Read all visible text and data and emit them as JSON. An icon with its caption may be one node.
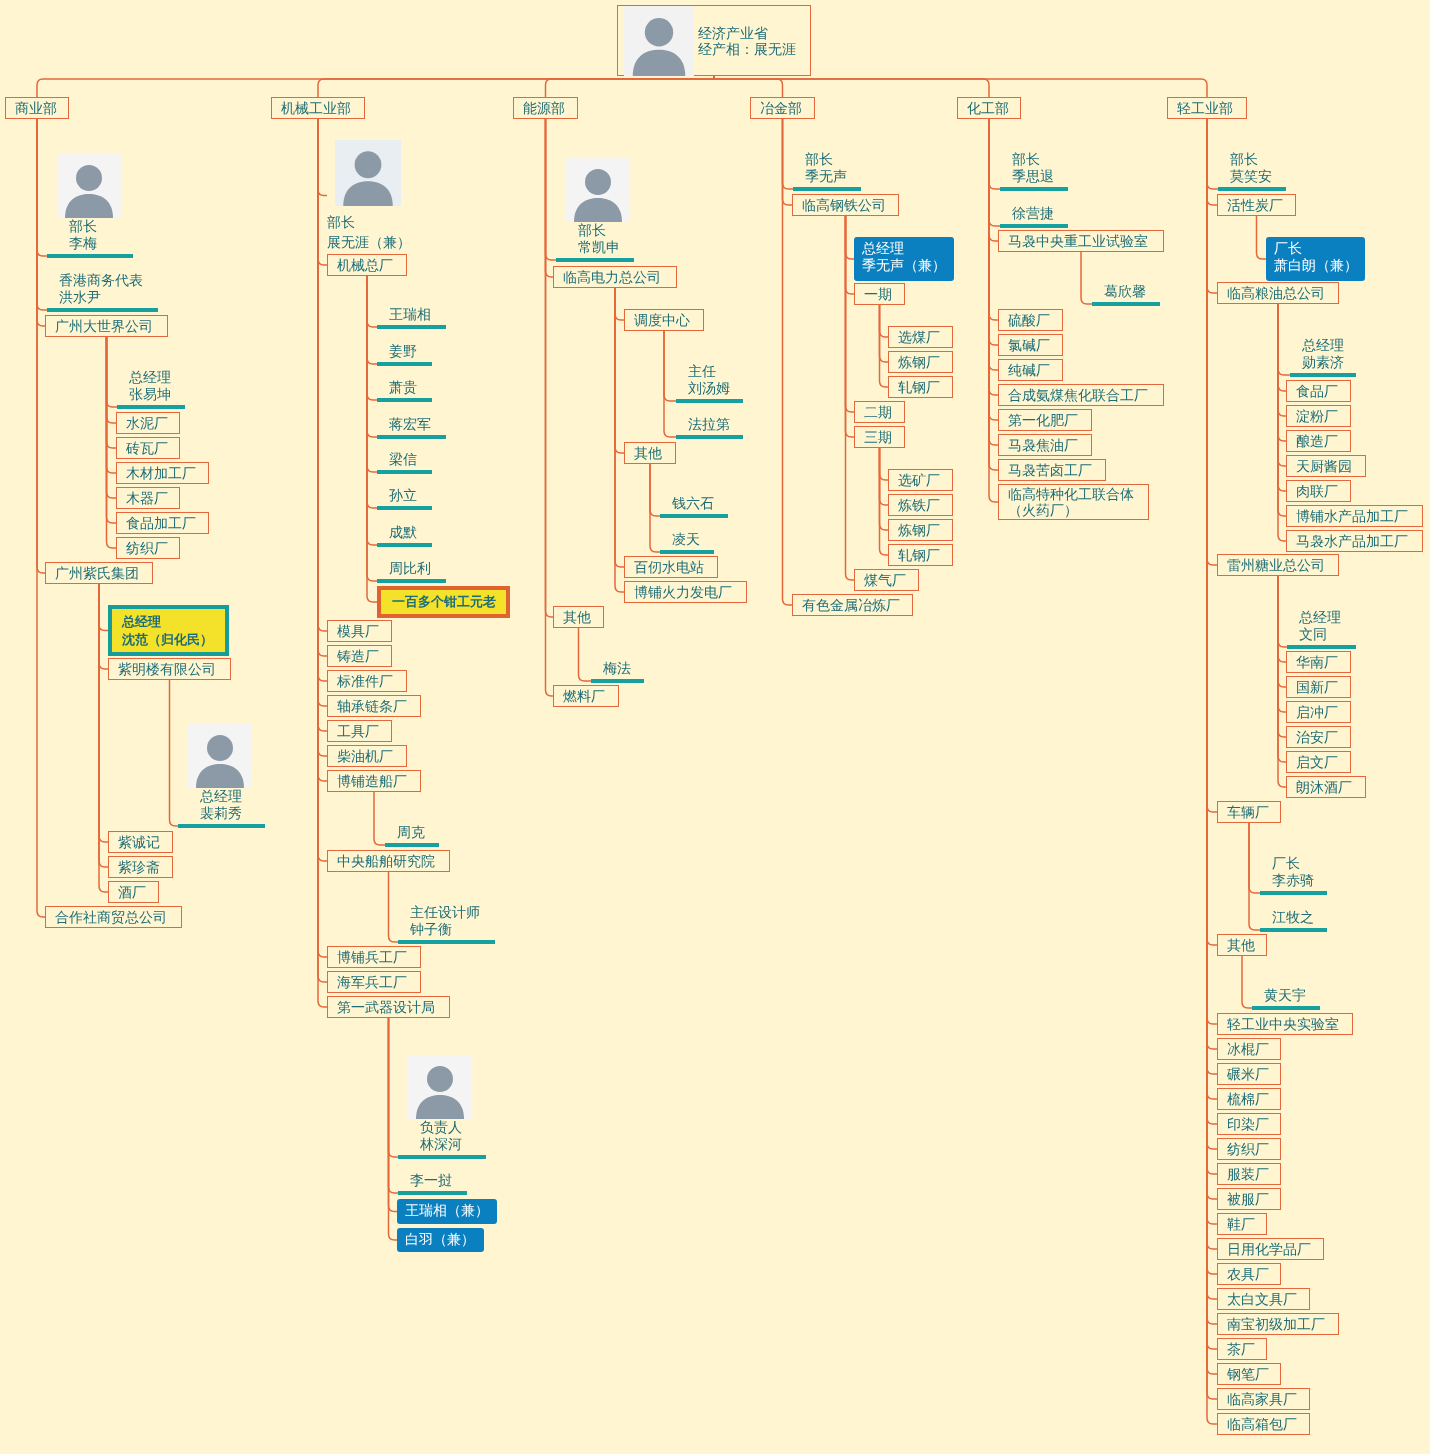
{
  "diagram": {
    "nodes": [
      {
        "text": [
          "经济产业省",
          "经产相：展无涯"
        ]
      },
      {
        "text": [
          "商业部"
        ]
      },
      {
        "text": [
          "机械工业部"
        ]
      },
      {
        "text": [
          "能源部"
        ]
      },
      {
        "text": [
          "冶金部"
        ]
      },
      {
        "text": [
          "化工部"
        ]
      },
      {
        "text": [
          "轻工业部"
        ]
      },
      {
        "text": [
          "部长",
          "李梅"
        ]
      },
      {
        "text": [
          "香港商务代表",
          "洪水尹"
        ]
      },
      {
        "text": [
          "广州大世界公司"
        ]
      },
      {
        "text": [
          "总经理",
          "张易坤"
        ]
      },
      {
        "text": [
          "水泥厂"
        ]
      },
      {
        "text": [
          "砖瓦厂"
        ]
      },
      {
        "text": [
          "木材加工厂"
        ]
      },
      {
        "text": [
          "木器厂"
        ]
      },
      {
        "text": [
          "食品加工厂"
        ]
      },
      {
        "text": [
          "纺织厂"
        ]
      },
      {
        "text": [
          "广州紫氏集团"
        ]
      },
      {
        "text": [
          "总经理",
          "沈范（归化民）"
        ]
      },
      {
        "text": [
          "紫明楼有限公司"
        ]
      },
      {
        "text": [
          "总经理",
          "裴莉秀"
        ]
      },
      {
        "text": [
          "紫诚记"
        ]
      },
      {
        "text": [
          "紫珍斋"
        ]
      },
      {
        "text": [
          "酒厂"
        ]
      },
      {
        "text": [
          "合作社商贸总公司"
        ]
      },
      {
        "text": [
          "部长",
          "展无涯（兼）"
        ]
      },
      {
        "text": [
          "机械总厂"
        ]
      },
      {
        "text": [
          "王瑞相"
        ]
      },
      {
        "text": [
          "姜野"
        ]
      },
      {
        "text": [
          "萧贵"
        ]
      },
      {
        "text": [
          "蒋宏军"
        ]
      },
      {
        "text": [
          "梁信"
        ]
      },
      {
        "text": [
          "孙立"
        ]
      },
      {
        "text": [
          "成默"
        ]
      },
      {
        "text": [
          "周比利"
        ]
      },
      {
        "text": [
          "一百多个钳工元老"
        ]
      },
      {
        "text": [
          "模具厂"
        ]
      },
      {
        "text": [
          "铸造厂"
        ]
      },
      {
        "text": [
          "标准件厂"
        ]
      },
      {
        "text": [
          "轴承链条厂"
        ]
      },
      {
        "text": [
          "工具厂"
        ]
      },
      {
        "text": [
          "柴油机厂"
        ]
      },
      {
        "text": [
          "博铺造船厂"
        ]
      },
      {
        "text": [
          "周克"
        ]
      },
      {
        "text": [
          "中央船舶研究院"
        ]
      },
      {
        "text": [
          "主任设计师",
          "钟子衡"
        ]
      },
      {
        "text": [
          "博铺兵工厂"
        ]
      },
      {
        "text": [
          "海军兵工厂"
        ]
      },
      {
        "text": [
          "第一武器设计局"
        ]
      },
      {
        "text": [
          "负责人",
          "林深河"
        ]
      },
      {
        "text": [
          "李一挝"
        ]
      },
      {
        "text": [
          "王瑞相（兼）"
        ]
      },
      {
        "text": [
          "白羽（兼）"
        ]
      },
      {
        "text": [
          "部长",
          "常凯申"
        ]
      },
      {
        "text": [
          "临高电力总公司"
        ]
      },
      {
        "text": [
          "调度中心"
        ]
      },
      {
        "text": [
          "主任",
          "刘汤姆"
        ]
      },
      {
        "text": [
          "法拉第"
        ]
      },
      {
        "text": [
          "其他"
        ]
      },
      {
        "text": [
          "钱六石"
        ]
      },
      {
        "text": [
          "凌天"
        ]
      },
      {
        "text": [
          "百仞水电站"
        ]
      },
      {
        "text": [
          "博铺火力发电厂"
        ]
      },
      {
        "text": [
          "其他"
        ]
      },
      {
        "text": [
          "梅法"
        ]
      },
      {
        "text": [
          "燃料厂"
        ]
      },
      {
        "text": [
          "部长",
          "季无声"
        ]
      },
      {
        "text": [
          "临高钢铁公司"
        ]
      },
      {
        "text": [
          "总经理",
          "季无声（兼）"
        ]
      },
      {
        "text": [
          "一期"
        ]
      },
      {
        "text": [
          "选煤厂"
        ]
      },
      {
        "text": [
          "炼钢厂"
        ]
      },
      {
        "text": [
          "轧钢厂"
        ]
      },
      {
        "text": [
          "二期"
        ]
      },
      {
        "text": [
          "三期"
        ]
      },
      {
        "text": [
          "选矿厂"
        ]
      },
      {
        "text": [
          "炼铁厂"
        ]
      },
      {
        "text": [
          "炼钢厂"
        ]
      },
      {
        "text": [
          "轧钢厂"
        ]
      },
      {
        "text": [
          "煤气厂"
        ]
      },
      {
        "text": [
          "有色金属冶炼厂"
        ]
      },
      {
        "text": [
          "部长",
          "季思退"
        ]
      },
      {
        "text": [
          "徐营捷"
        ]
      },
      {
        "text": [
          "马袅中央重工业试验室"
        ]
      },
      {
        "text": [
          "葛欣馨"
        ]
      },
      {
        "text": [
          "硫酸厂"
        ]
      },
      {
        "text": [
          "氯碱厂"
        ]
      },
      {
        "text": [
          "纯碱厂"
        ]
      },
      {
        "text": [
          "合成氨煤焦化联合工厂"
        ]
      },
      {
        "text": [
          "第一化肥厂"
        ]
      },
      {
        "text": [
          "马袅焦油厂"
        ]
      },
      {
        "text": [
          "马袅苦卤工厂"
        ]
      },
      {
        "text": [
          "临高特种化工联合体（火药厂）"
        ]
      },
      {
        "text": [
          "部长",
          "莫笑安"
        ]
      },
      {
        "text": [
          "活性炭厂"
        ]
      },
      {
        "text": [
          "厂长",
          "萧白朗（兼）"
        ]
      },
      {
        "text": [
          "临高粮油总公司"
        ]
      },
      {
        "text": [
          "总经理",
          "勋素济"
        ]
      },
      {
        "text": [
          "食品厂"
        ]
      },
      {
        "text": [
          "淀粉厂"
        ]
      },
      {
        "text": [
          "酿造厂"
        ]
      },
      {
        "text": [
          "天厨酱园"
        ]
      },
      {
        "text": [
          "肉联厂"
        ]
      },
      {
        "text": [
          "博铺水产品加工厂"
        ]
      },
      {
        "text": [
          "马袅水产品加工厂"
        ]
      },
      {
        "text": [
          "雷州糖业总公司"
        ]
      },
      {
        "text": [
          "总经理",
          "文同"
        ]
      },
      {
        "text": [
          "华南厂"
        ]
      },
      {
        "text": [
          "国新厂"
        ]
      },
      {
        "text": [
          "启冲厂"
        ]
      },
      {
        "text": [
          "治安厂"
        ]
      },
      {
        "text": [
          "启文厂"
        ]
      },
      {
        "text": [
          "朗沐酒厂"
        ]
      },
      {
        "text": [
          "车辆厂"
        ]
      },
      {
        "text": [
          "厂长",
          "李赤骑"
        ]
      },
      {
        "text": [
          "江牧之"
        ]
      },
      {
        "text": [
          "其他"
        ]
      },
      {
        "text": [
          "黄天宇"
        ]
      },
      {
        "text": [
          "轻工业中央实验室"
        ]
      },
      {
        "text": [
          "冰棍厂"
        ]
      },
      {
        "text": [
          "碾米厂"
        ]
      },
      {
        "text": [
          "梳棉厂"
        ]
      },
      {
        "text": [
          "印染厂"
        ]
      },
      {
        "text": [
          "纺织厂"
        ]
      },
      {
        "text": [
          "服装厂"
        ]
      },
      {
        "text": [
          "被服厂"
        ]
      },
      {
        "text": [
          "鞋厂"
        ]
      },
      {
        "text": [
          "日用化学品厂"
        ]
      },
      {
        "text": [
          "农具厂"
        ]
      },
      {
        "text": [
          "太白文具厂"
        ]
      },
      {
        "text": [
          "南宝初级加工厂"
        ]
      },
      {
        "text": [
          "茶厂"
        ]
      },
      {
        "text": [
          "钢笔厂"
        ]
      },
      {
        "text": [
          "临高家具厂"
        ]
      },
      {
        "text": [
          "临高箱包厂"
        ]
      }
    ],
    "edges": [
      {
        "from": 0,
        "to": 1,
        "arrow": "none"
      },
      {
        "from": 0,
        "to": 2,
        "arrow": "none"
      },
      {
        "from": 0,
        "to": 3,
        "arrow": "none"
      },
      {
        "from": 0,
        "to": 4,
        "arrow": "none"
      },
      {
        "from": 0,
        "to": 5,
        "arrow": "none"
      },
      {
        "from": 0,
        "to": 6,
        "arrow": "none"
      },
      {
        "from": 1,
        "to": 7,
        "arrow": "none"
      },
      {
        "from": 1,
        "to": 8,
        "arrow": "none"
      },
      {
        "from": 1,
        "to": 9,
        "arrow": "none"
      },
      {
        "from": 9,
        "to": 10,
        "arrow": "none"
      },
      {
        "from": 9,
        "to": 11,
        "arrow": "none"
      },
      {
        "from": 9,
        "to": 12,
        "arrow": "none"
      },
      {
        "from": 9,
        "to": 13,
        "arrow": "none"
      },
      {
        "from": 9,
        "to": 14,
        "arrow": "none"
      },
      {
        "from": 9,
        "to": 15,
        "arrow": "none"
      },
      {
        "from": 9,
        "to": 16,
        "arrow": "none"
      },
      {
        "from": 1,
        "to": 17,
        "arrow": "none"
      },
      {
        "from": 17,
        "to": 18,
        "arrow": "none"
      },
      {
        "from": 17,
        "to": 19,
        "arrow": "none"
      },
      {
        "from": 19,
        "to": 20,
        "arrow": "none"
      },
      {
        "from": 17,
        "to": 21,
        "arrow": "none"
      },
      {
        "from": 17,
        "to": 22,
        "arrow": "none"
      },
      {
        "from": 17,
        "to": 23,
        "arrow": "none"
      },
      {
        "from": 1,
        "to": 24,
        "arrow": "none"
      },
      {
        "from": 2,
        "to": 25,
        "arrow": "none"
      },
      {
        "from": 2,
        "to": 26,
        "arrow": "none"
      },
      {
        "from": 26,
        "to": 27,
        "arrow": "none"
      },
      {
        "from": 26,
        "to": 28,
        "arrow": "none"
      },
      {
        "from": 26,
        "to": 29,
        "arrow": "none"
      },
      {
        "from": 26,
        "to": 30,
        "arrow": "none"
      },
      {
        "from": 26,
        "to": 31,
        "arrow": "none"
      },
      {
        "from": 26,
        "to": 32,
        "arrow": "none"
      },
      {
        "from": 26,
        "to": 33,
        "arrow": "none"
      },
      {
        "from": 26,
        "to": 34,
        "arrow": "none"
      },
      {
        "from": 26,
        "to": 35,
        "arrow": "none"
      },
      {
        "from": 2,
        "to": 36,
        "arrow": "none"
      },
      {
        "from": 2,
        "to": 37,
        "arrow": "none"
      },
      {
        "from": 2,
        "to": 38,
        "arrow": "none"
      },
      {
        "from": 2,
        "to": 39,
        "arrow": "none"
      },
      {
        "from": 2,
        "to": 40,
        "arrow": "none"
      },
      {
        "from": 2,
        "to": 41,
        "arrow": "none"
      },
      {
        "from": 2,
        "to": 42,
        "arrow": "none"
      },
      {
        "from": 42,
        "to": 43,
        "arrow": "none"
      },
      {
        "from": 2,
        "to": 44,
        "arrow": "none"
      },
      {
        "from": 44,
        "to": 45,
        "arrow": "none"
      },
      {
        "from": 2,
        "to": 46,
        "arrow": "none"
      },
      {
        "from": 2,
        "to": 47,
        "arrow": "none"
      },
      {
        "from": 2,
        "to": 48,
        "arrow": "none"
      },
      {
        "from": 48,
        "to": 49,
        "arrow": "none"
      },
      {
        "from": 48,
        "to": 50,
        "arrow": "none"
      },
      {
        "from": 48,
        "to": 51,
        "arrow": "none"
      },
      {
        "from": 48,
        "to": 52,
        "arrow": "none"
      },
      {
        "from": 3,
        "to": 53,
        "arrow": "none"
      },
      {
        "from": 3,
        "to": 54,
        "arrow": "none"
      },
      {
        "from": 54,
        "to": 55,
        "arrow": "none"
      },
      {
        "from": 55,
        "to": 56,
        "arrow": "none"
      },
      {
        "from": 55,
        "to": 57,
        "arrow": "none"
      },
      {
        "from": 54,
        "to": 58,
        "arrow": "none"
      },
      {
        "from": 58,
        "to": 59,
        "arrow": "none"
      },
      {
        "from": 58,
        "to": 60,
        "arrow": "none"
      },
      {
        "from": 54,
        "to": 61,
        "arrow": "none"
      },
      {
        "from": 54,
        "to": 62,
        "arrow": "none"
      },
      {
        "from": 3,
        "to": 63,
        "arrow": "none"
      },
      {
        "from": 63,
        "to": 64,
        "arrow": "none"
      },
      {
        "from": 3,
        "to": 65,
        "arrow": "none"
      },
      {
        "from": 4,
        "to": 66,
        "arrow": "none"
      },
      {
        "from": 4,
        "to": 67,
        "arrow": "none"
      },
      {
        "from": 67,
        "to": 68,
        "arrow": "none"
      },
      {
        "from": 67,
        "to": 69,
        "arrow": "none"
      },
      {
        "from": 69,
        "to": 70,
        "arrow": "none"
      },
      {
        "from": 69,
        "to": 71,
        "arrow": "none"
      },
      {
        "from": 69,
        "to": 72,
        "arrow": "none"
      },
      {
        "from": 67,
        "to": 73,
        "arrow": "none"
      },
      {
        "from": 67,
        "to": 74,
        "arrow": "none"
      },
      {
        "from": 74,
        "to": 75,
        "arrow": "none"
      },
      {
        "from": 74,
        "to": 76,
        "arrow": "none"
      },
      {
        "from": 74,
        "to": 77,
        "arrow": "none"
      },
      {
        "from": 74,
        "to": 78,
        "arrow": "none"
      },
      {
        "from": 67,
        "to": 79,
        "arrow": "none"
      },
      {
        "from": 4,
        "to": 80,
        "arrow": "none"
      },
      {
        "from": 5,
        "to": 81,
        "arrow": "none"
      },
      {
        "from": 5,
        "to": 82,
        "arrow": "none"
      },
      {
        "from": 5,
        "to": 83,
        "arrow": "none"
      },
      {
        "from": 83,
        "to": 84,
        "arrow": "none"
      },
      {
        "from": 5,
        "to": 85,
        "arrow": "none"
      },
      {
        "from": 5,
        "to": 86,
        "arrow": "none"
      },
      {
        "from": 5,
        "to": 87,
        "arrow": "none"
      },
      {
        "from": 5,
        "to": 88,
        "arrow": "none"
      },
      {
        "from": 5,
        "to": 89,
        "arrow": "none"
      },
      {
        "from": 5,
        "to": 90,
        "arrow": "none"
      },
      {
        "from": 5,
        "to": 91,
        "arrow": "none"
      },
      {
        "from": 5,
        "to": 92,
        "arrow": "none"
      },
      {
        "from": 6,
        "to": 93,
        "arrow": "none"
      },
      {
        "from": 6,
        "to": 94,
        "arrow": "none"
      },
      {
        "from": 94,
        "to": 95,
        "arrow": "none"
      },
      {
        "from": 6,
        "to": 96,
        "arrow": "none"
      },
      {
        "from": 96,
        "to": 97,
        "arrow": "none"
      },
      {
        "from": 96,
        "to": 98,
        "arrow": "none"
      },
      {
        "from": 96,
        "to": 99,
        "arrow": "none"
      },
      {
        "from": 96,
        "to": 100,
        "arrow": "none"
      },
      {
        "from": 96,
        "to": 101,
        "arrow": "none"
      },
      {
        "from": 96,
        "to": 102,
        "arrow": "none"
      },
      {
        "from": 96,
        "to": 103,
        "arrow": "none"
      },
      {
        "from": 96,
        "to": 104,
        "arrow": "none"
      },
      {
        "from": 6,
        "to": 105,
        "arrow": "none"
      },
      {
        "from": 105,
        "to": 106,
        "arrow": "none"
      },
      {
        "from": 105,
        "to": 107,
        "arrow": "none"
      },
      {
        "from": 105,
        "to": 108,
        "arrow": "none"
      },
      {
        "from": 105,
        "to": 109,
        "arrow": "none"
      },
      {
        "from": 105,
        "to": 110,
        "arrow": "none"
      },
      {
        "from": 105,
        "to": 111,
        "arrow": "none"
      },
      {
        "from": 105,
        "to": 112,
        "arrow": "none"
      },
      {
        "from": 6,
        "to": 113,
        "arrow": "none"
      },
      {
        "from": 113,
        "to": 114,
        "arrow": "none"
      },
      {
        "from": 113,
        "to": 115,
        "arrow": "none"
      },
      {
        "from": 6,
        "to": 116,
        "arrow": "none"
      },
      {
        "from": 116,
        "to": 117,
        "arrow": "none"
      },
      {
        "from": 6,
        "to": 118,
        "arrow": "none"
      },
      {
        "from": 6,
        "to": 119,
        "arrow": "none"
      },
      {
        "from": 6,
        "to": 120,
        "arrow": "none"
      },
      {
        "from": 6,
        "to": 121,
        "arrow": "none"
      },
      {
        "from": 6,
        "to": 122,
        "arrow": "none"
      },
      {
        "from": 6,
        "to": 123,
        "arrow": "none"
      },
      {
        "from": 6,
        "to": 124,
        "arrow": "none"
      },
      {
        "from": 6,
        "to": 125,
        "arrow": "none"
      },
      {
        "from": 6,
        "to": 126,
        "arrow": "none"
      },
      {
        "from": 6,
        "to": 127,
        "arrow": "none"
      },
      {
        "from": 6,
        "to": 128,
        "arrow": "none"
      },
      {
        "from": 6,
        "to": 129,
        "arrow": "none"
      },
      {
        "from": 6,
        "to": 130,
        "arrow": "none"
      },
      {
        "from": 6,
        "to": 131,
        "arrow": "none"
      },
      {
        "from": 6,
        "to": 132,
        "arrow": "none"
      },
      {
        "from": 6,
        "to": 133,
        "arrow": "none"
      },
      {
        "from": 6,
        "to": 134,
        "arrow": "none"
      }
    ]
  }
}
